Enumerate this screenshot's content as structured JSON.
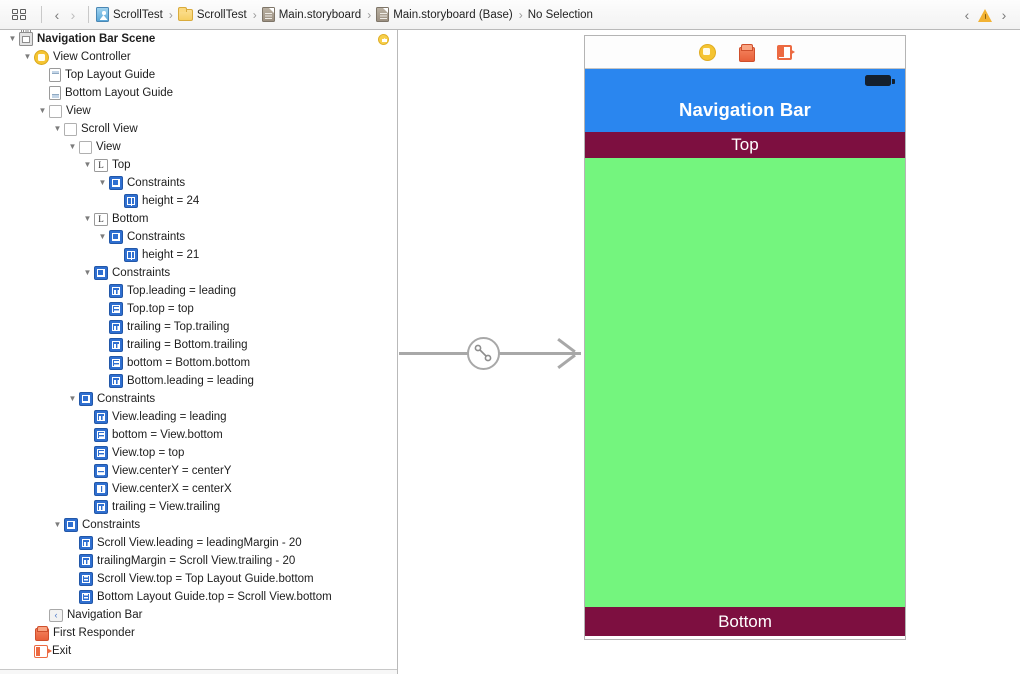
{
  "jumpbar": {
    "grid_icon": "grid-icon",
    "back_chevron": "‹",
    "forward_chevron": "›",
    "warning_icon": "warning-triangle-icon",
    "right_back_chevron": "‹",
    "right_forward_chevron": "›",
    "crumbs": [
      {
        "label": "ScrollTest",
        "icon": "project-icon"
      },
      {
        "label": "ScrollTest",
        "icon": "folder-icon"
      },
      {
        "label": "Main.storyboard",
        "icon": "storyboard-icon"
      },
      {
        "label": "Main.storyboard (Base)",
        "icon": "storyboard-icon"
      },
      {
        "label": "No Selection",
        "icon": "none"
      }
    ],
    "separator": "›"
  },
  "outline": {
    "rows": [
      {
        "label": "Navigation Bar Scene",
        "indent": 0,
        "twisty": "open",
        "icon": "scene-icon",
        "bold": true,
        "badge": "initial-view-controller-badge"
      },
      {
        "label": "View Controller",
        "indent": 1,
        "twisty": "open",
        "icon": "view-controller-icon"
      },
      {
        "label": "Top Layout Guide",
        "indent": 2,
        "twisty": "none",
        "icon": "top-layout-guide-icon"
      },
      {
        "label": "Bottom Layout Guide",
        "indent": 2,
        "twisty": "none",
        "icon": "bottom-layout-guide-icon"
      },
      {
        "label": "View",
        "indent": 2,
        "twisty": "open",
        "icon": "view-icon"
      },
      {
        "label": "Scroll View",
        "indent": 3,
        "twisty": "open",
        "icon": "view-icon"
      },
      {
        "label": "View",
        "indent": 4,
        "twisty": "open",
        "icon": "view-icon"
      },
      {
        "label": "Top",
        "indent": 5,
        "twisty": "open",
        "icon": "label-icon",
        "glyph": "L"
      },
      {
        "label": "Constraints",
        "indent": 6,
        "twisty": "open",
        "icon": "constraints-group-icon"
      },
      {
        "label": "height = 24",
        "indent": 7,
        "twisty": "none",
        "icon": "constraint-height-icon"
      },
      {
        "label": "Bottom",
        "indent": 5,
        "twisty": "open",
        "icon": "label-icon",
        "glyph": "L"
      },
      {
        "label": "Constraints",
        "indent": 6,
        "twisty": "open",
        "icon": "constraints-group-icon"
      },
      {
        "label": "height = 21",
        "indent": 7,
        "twisty": "none",
        "icon": "constraint-height-icon"
      },
      {
        "label": "Constraints",
        "indent": 5,
        "twisty": "open",
        "icon": "constraints-group-icon"
      },
      {
        "label": "Top.leading = leading",
        "indent": 6,
        "twisty": "none",
        "icon": "constraint-leading-icon"
      },
      {
        "label": "Top.top = top",
        "indent": 6,
        "twisty": "none",
        "icon": "constraint-top-icon"
      },
      {
        "label": "trailing = Top.trailing",
        "indent": 6,
        "twisty": "none",
        "icon": "constraint-trailing-icon"
      },
      {
        "label": "trailing = Bottom.trailing",
        "indent": 6,
        "twisty": "none",
        "icon": "constraint-trailing-icon"
      },
      {
        "label": "bottom = Bottom.bottom",
        "indent": 6,
        "twisty": "none",
        "icon": "constraint-bottom-icon"
      },
      {
        "label": "Bottom.leading = leading",
        "indent": 6,
        "twisty": "none",
        "icon": "constraint-leading-icon"
      },
      {
        "label": "Constraints",
        "indent": 4,
        "twisty": "open",
        "icon": "constraints-group-icon"
      },
      {
        "label": "View.leading = leading",
        "indent": 5,
        "twisty": "none",
        "icon": "constraint-leading-icon"
      },
      {
        "label": "bottom = View.bottom",
        "indent": 5,
        "twisty": "none",
        "icon": "constraint-bottom-icon"
      },
      {
        "label": "View.top = top",
        "indent": 5,
        "twisty": "none",
        "icon": "constraint-top-icon"
      },
      {
        "label": "View.centerY = centerY",
        "indent": 5,
        "twisty": "none",
        "icon": "constraint-centery-icon"
      },
      {
        "label": "View.centerX = centerX",
        "indent": 5,
        "twisty": "none",
        "icon": "constraint-centerx-icon"
      },
      {
        "label": "trailing = View.trailing",
        "indent": 5,
        "twisty": "none",
        "icon": "constraint-trailing-icon"
      },
      {
        "label": "Constraints",
        "indent": 3,
        "twisty": "open",
        "icon": "constraints-group-icon"
      },
      {
        "label": "Scroll View.leading = leadingMargin - 20",
        "indent": 4,
        "twisty": "none",
        "icon": "constraint-leading-icon"
      },
      {
        "label": "trailingMargin = Scroll View.trailing - 20",
        "indent": 4,
        "twisty": "none",
        "icon": "constraint-trailing-icon"
      },
      {
        "label": "Scroll View.top = Top Layout Guide.bottom",
        "indent": 4,
        "twisty": "none",
        "icon": "constraint-align-icon"
      },
      {
        "label": "Bottom Layout Guide.top = Scroll View.bottom",
        "indent": 4,
        "twisty": "none",
        "icon": "constraint-align-icon"
      },
      {
        "label": "Navigation Bar",
        "indent": 2,
        "twisty": "none",
        "icon": "navigation-item-icon",
        "glyph": "‹"
      },
      {
        "label": "First Responder",
        "indent": 1,
        "twisty": "none",
        "icon": "first-responder-icon"
      },
      {
        "label": "Exit",
        "indent": 1,
        "twisty": "none",
        "icon": "exit-icon"
      }
    ]
  },
  "canvas": {
    "segue": {
      "name": "relationship-segue",
      "badge_icon": "relationship-segue-icon"
    },
    "device": {
      "toolbar_icons": [
        "view-controller-icon",
        "first-responder-icon",
        "exit-icon"
      ],
      "navbar_title": "Navigation Bar",
      "battery_icon": "battery-icon",
      "top_band_label": "Top",
      "bottom_band_label": "Bottom"
    }
  },
  "colors": {
    "navbar_blue": "#2a86ef",
    "band_maroon": "#7d0f40",
    "content_green": "#74f57e",
    "accent_yellow": "#f5c431",
    "constraint_blue": "#2f6fd0",
    "exit_orange": "#ec6a42"
  }
}
